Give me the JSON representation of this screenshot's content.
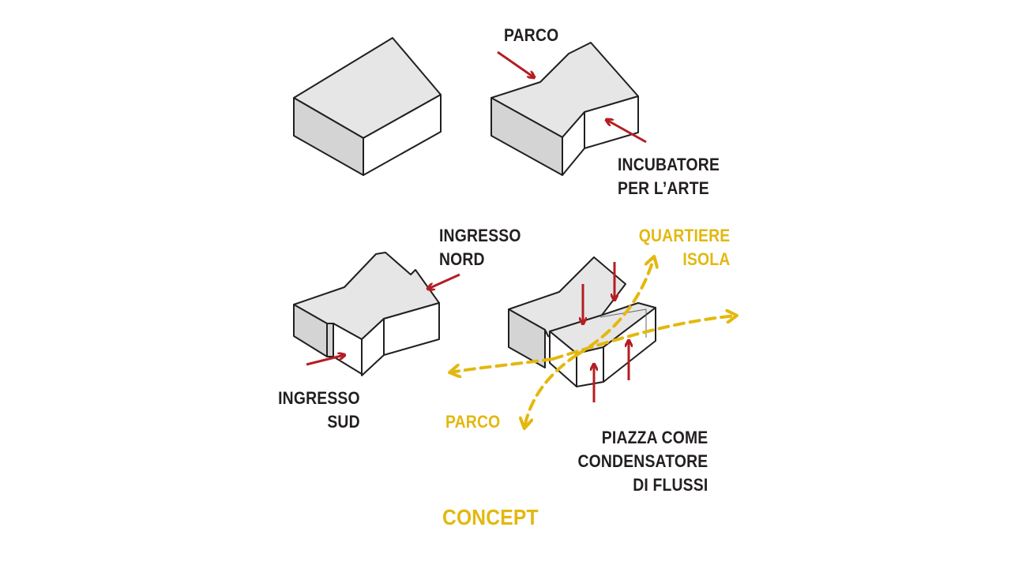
{
  "colors": {
    "face_top": "#e6e6e6",
    "face_side": "#d4d4d4",
    "edge": "#231f20",
    "arrow_red": "#b41e23",
    "flow_yellow": "#e3b80f",
    "label_dark": "#231f20"
  },
  "labels": {
    "parco_top": "PARCO",
    "incubatore_line1": "INCUBATORE",
    "incubatore_line2": "PER L’ARTE",
    "ingresso_nord_line1": "INGRESSO",
    "ingresso_nord_line2": "NORD",
    "ingresso_sud_line1": "INGRESSO",
    "ingresso_sud_line2": "SUD",
    "quartiere_line1": "QUARTIERE",
    "quartiere_line2": "ISOLA",
    "parco_bottom": "PARCO",
    "piazza_line1": "PIAZZA COME",
    "piazza_line2": "CONDENSATORE",
    "piazza_line3": "DI FLUSSI",
    "concept": "CONCEPT"
  }
}
